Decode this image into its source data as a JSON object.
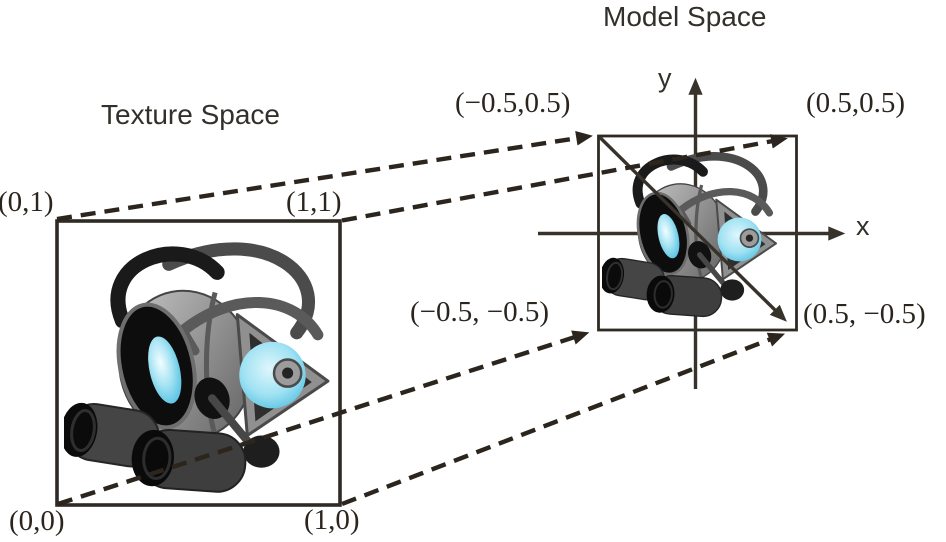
{
  "texture_space": {
    "title": "Texture Space",
    "corner_top_left": "(0,1)",
    "corner_top_right": "(1,1)",
    "corner_bottom_left": "(0,0)",
    "corner_bottom_right": "(1,0)"
  },
  "model_space": {
    "title": "Model Space",
    "y_axis_label": "y",
    "x_axis_label": "x",
    "corner_top_left": "(−0.5,0.5)",
    "corner_top_right": "(0.5,0.5)",
    "corner_bottom_left": "(−0.5, −0.5)",
    "corner_bottom_right": "(0.5, −0.5)"
  },
  "illustration": {
    "name": "cartoon robot with binocular feet and cyan glowing eyes",
    "shown_in": [
      "texture square (large)",
      "model square (small)"
    ]
  },
  "colors": {
    "background": "#ffffff",
    "line": "#2b251e",
    "axis": "#38332a",
    "robot_glow": "#63cde9"
  }
}
